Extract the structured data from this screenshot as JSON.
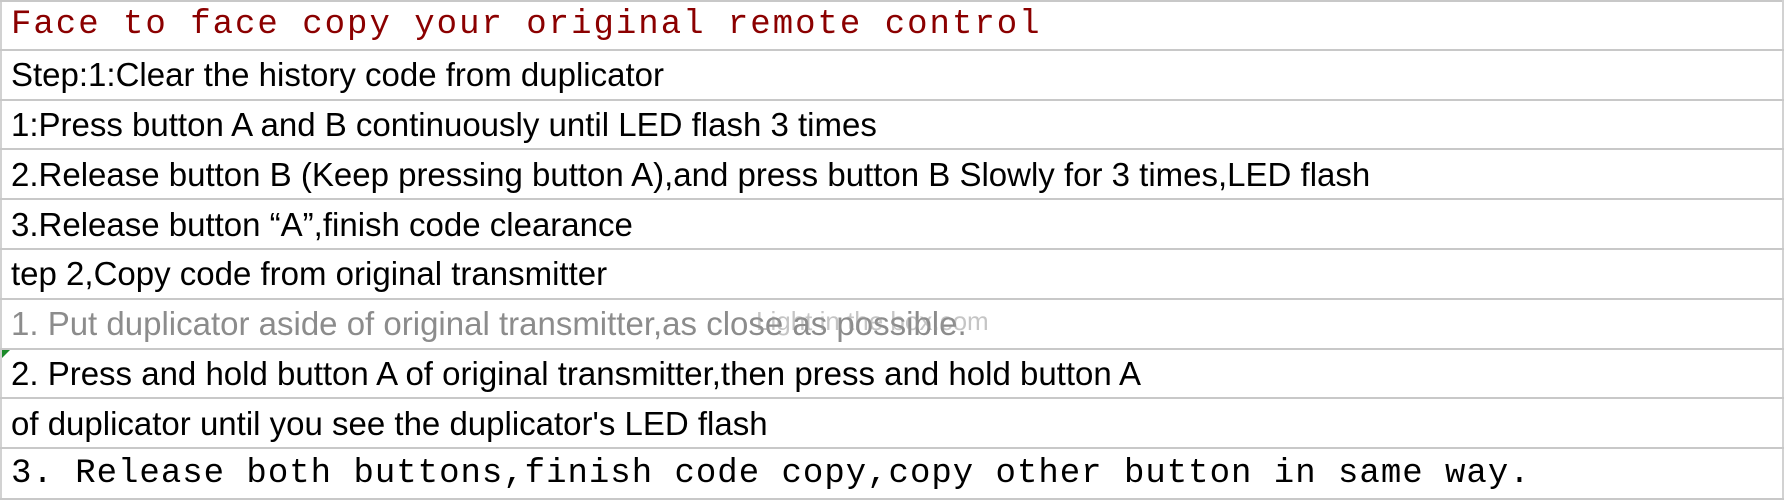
{
  "rows": [
    "Face to face copy your original remote control",
    "Step:1:Clear the history code from duplicator",
    "1:Press button A and B continuously until LED flash 3 times",
    "2.Release button B (Keep pressing button A),and press button B Slowly for 3 times,LED flash",
    "3.Release button “A”,finish code clearance",
    "tep 2,Copy code from original transmitter",
    "1. Put duplicator aside of original transmitter,as close as possible.",
    "2. Press and hold button A of original transmitter,then press and hold button A",
    "of duplicator until you see the duplicator's LED flash",
    "3. Release both buttons,finish code copy,copy other button in same way."
  ],
  "watermark": "Light in the box.com",
  "colors": {
    "title_text": "#8b0000",
    "gray_text": "#8c8c8c",
    "grid_line": "#c8c8c8",
    "marker": "#1c8a2a"
  }
}
